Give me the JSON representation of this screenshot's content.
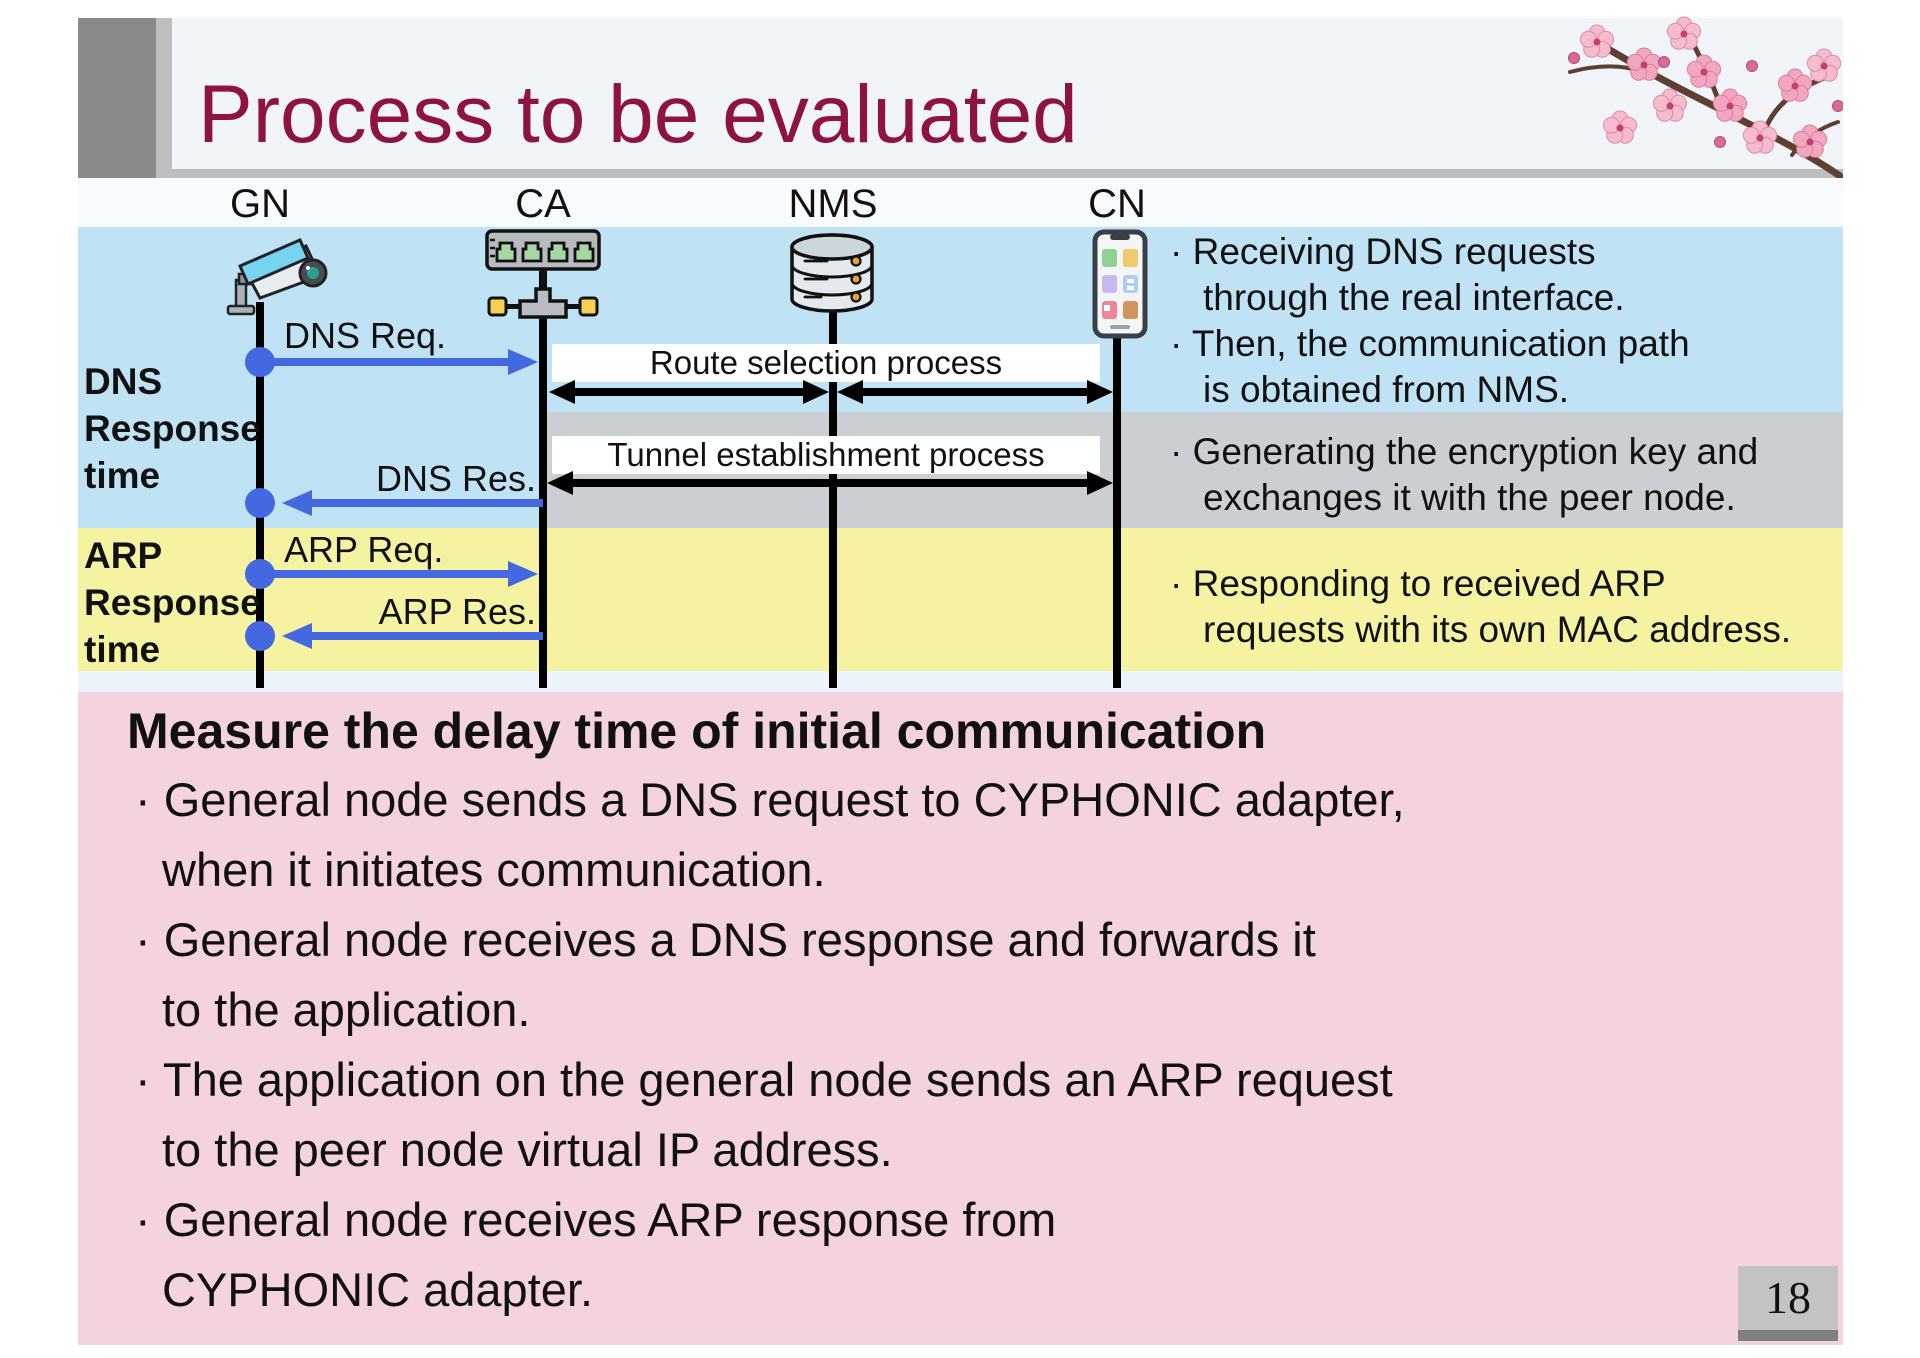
{
  "slide": {
    "title": "Process to be evaluated",
    "page_number": "18"
  },
  "colors": {
    "title_text": "#8e1340",
    "band_dns_blue": "#bfe2f5",
    "band_tunnel_gray": "#cbcfd4",
    "band_arp_yellow": "#f5f3a2",
    "summary_panel_pink": "#f4d3de",
    "message_arrow_blue": "#4468df",
    "process_arrow_black": "#000000",
    "title_block_dark_gray": "#8a8a8a",
    "title_block_light_gray": "#bdbec0"
  },
  "actors": [
    {
      "label": "GN",
      "icon": "security-camera-icon"
    },
    {
      "label": "CA",
      "icon": "network-switch-icon"
    },
    {
      "label": "NMS",
      "icon": "database-server-icon"
    },
    {
      "label": "CN",
      "icon": "smartphone-icon"
    }
  ],
  "measures": [
    {
      "line1": "DNS",
      "line2": "Response",
      "line3": "time"
    },
    {
      "line1": "ARP",
      "line2": "Response",
      "line3": "time"
    }
  ],
  "messages": [
    {
      "label": "DNS Req."
    },
    {
      "label": "DNS Res."
    },
    {
      "label": "ARP Req."
    },
    {
      "label": "ARP Res."
    }
  ],
  "processes": [
    {
      "label": "Route selection process"
    },
    {
      "label": "Tunnel establishment process"
    }
  ],
  "notes": {
    "dns": {
      "line1": "· Receiving DNS requests",
      "line2": "through the real interface.",
      "line3": "· Then, the communication path",
      "line4": "is obtained from NMS."
    },
    "tunnel": {
      "line1": "· Generating the encryption key and",
      "line2": "exchanges it with the peer node."
    },
    "arp": {
      "line1": "· Responding to received ARP",
      "line2": "requests with its own MAC address."
    }
  },
  "summary": {
    "heading": "Measure the delay time of initial communication",
    "b1l1": "· General node sends a DNS request to CYPHONIC adapter,",
    "b1l2": "when it initiates communication.",
    "b2l1": "· General node receives a DNS response and forwards it",
    "b2l2": "to the application.",
    "b3l1": "· The application on the general node sends an ARP request",
    "b3l2": "to the peer node virtual IP address.",
    "b4l1": "· General node receives ARP response from",
    "b4l2": "CYPHONIC adapter."
  }
}
